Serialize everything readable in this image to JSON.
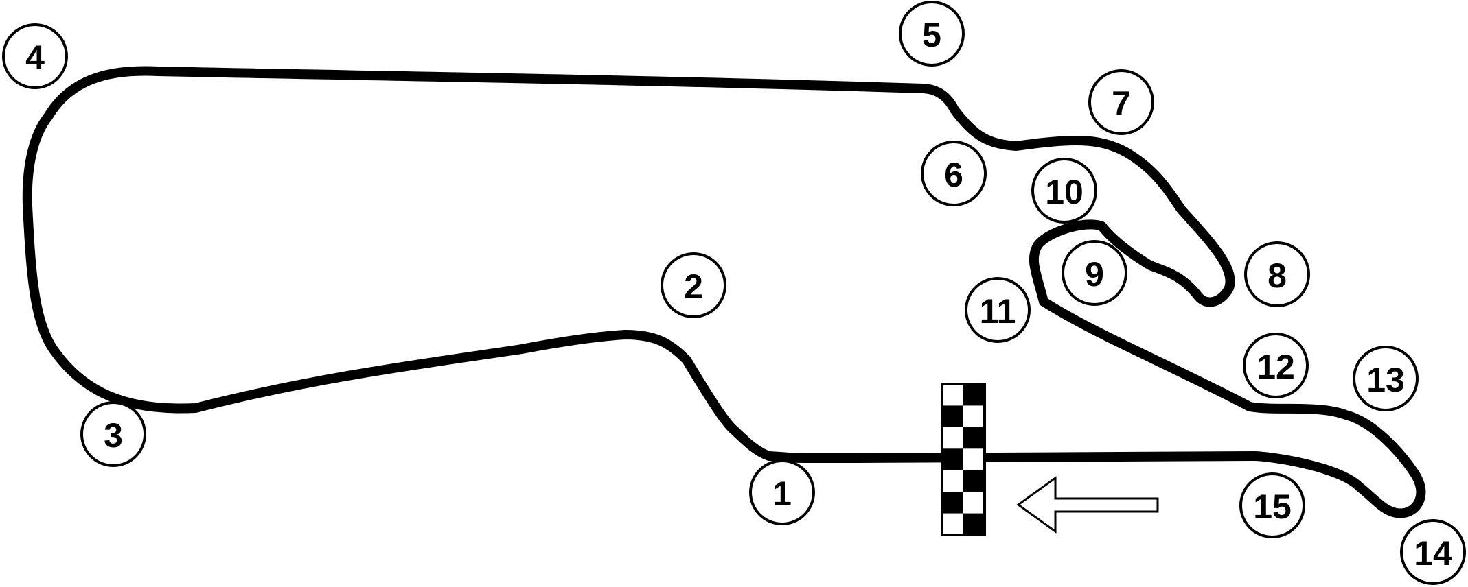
{
  "diagram": {
    "colors": {
      "track": "#000000",
      "background": "#ffffff",
      "marker_stroke": "#000000",
      "flag_dark": "#000000",
      "flag_light": "#ffffff"
    },
    "icons": {
      "start_finish": "checkered-flag-icon",
      "direction": "arrow-left-icon"
    },
    "turns": [
      {
        "id": "turn-1",
        "label": "1"
      },
      {
        "id": "turn-2",
        "label": "2"
      },
      {
        "id": "turn-3",
        "label": "3"
      },
      {
        "id": "turn-4",
        "label": "4"
      },
      {
        "id": "turn-5",
        "label": "5"
      },
      {
        "id": "turn-6",
        "label": "6"
      },
      {
        "id": "turn-7",
        "label": "7"
      },
      {
        "id": "turn-8",
        "label": "8"
      },
      {
        "id": "turn-9",
        "label": "9"
      },
      {
        "id": "turn-10",
        "label": "10"
      },
      {
        "id": "turn-11",
        "label": "11"
      },
      {
        "id": "turn-12",
        "label": "12"
      },
      {
        "id": "turn-13",
        "label": "13"
      },
      {
        "id": "turn-14",
        "label": "14"
      },
      {
        "id": "turn-15",
        "label": "15"
      }
    ]
  }
}
